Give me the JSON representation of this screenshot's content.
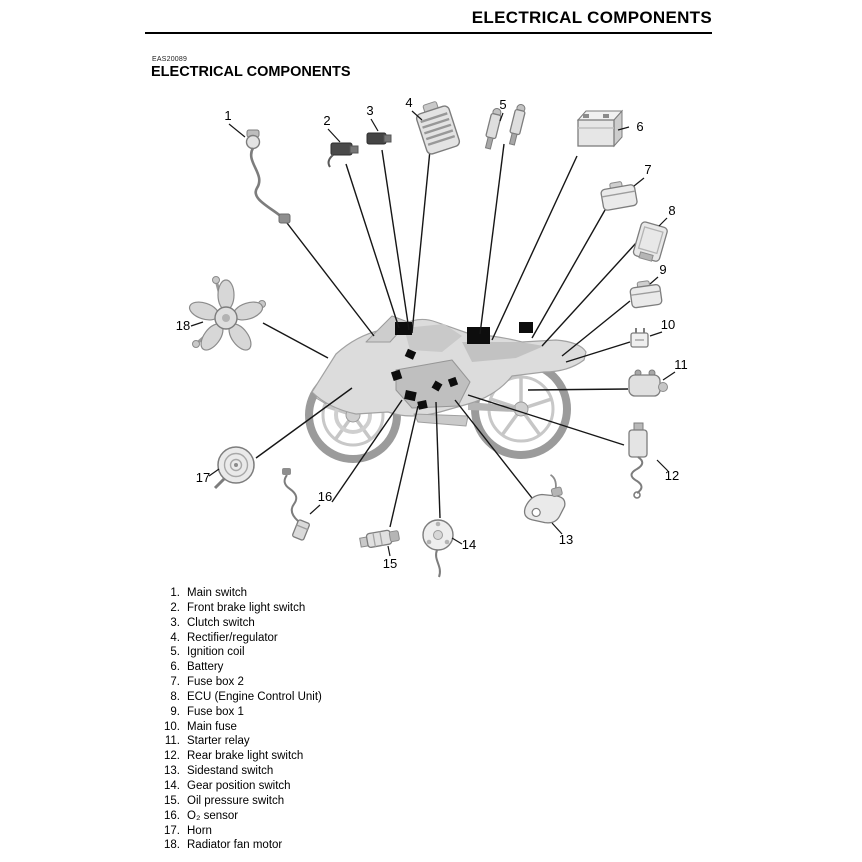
{
  "page": {
    "header_title": "ELECTRICAL COMPONENTS",
    "section_code": "EAS20089",
    "section_title": "ELECTRICAL COMPONENTS"
  },
  "components": [
    {
      "num": "1",
      "label": "Main switch"
    },
    {
      "num": "2",
      "label": "Front brake light switch"
    },
    {
      "num": "3",
      "label": "Clutch switch"
    },
    {
      "num": "4",
      "label": "Rectifier/regulator"
    },
    {
      "num": "5",
      "label": "Ignition coil"
    },
    {
      "num": "6",
      "label": "Battery"
    },
    {
      "num": "7",
      "label": "Fuse box 2"
    },
    {
      "num": "8",
      "label": "ECU (Engine Control Unit)"
    },
    {
      "num": "9",
      "label": "Fuse box 1"
    },
    {
      "num": "10",
      "label": "Main fuse"
    },
    {
      "num": "11",
      "label": "Starter relay"
    },
    {
      "num": "12",
      "label": "Rear brake light switch"
    },
    {
      "num": "13",
      "label": "Sidestand switch"
    },
    {
      "num": "14",
      "label": "Gear position switch"
    },
    {
      "num": "15",
      "label": "Oil pressure switch"
    },
    {
      "num": "16",
      "label": "O₂ sensor"
    },
    {
      "num": "17",
      "label": "Horn"
    },
    {
      "num": "18",
      "label": "Radiator fan motor"
    }
  ]
}
